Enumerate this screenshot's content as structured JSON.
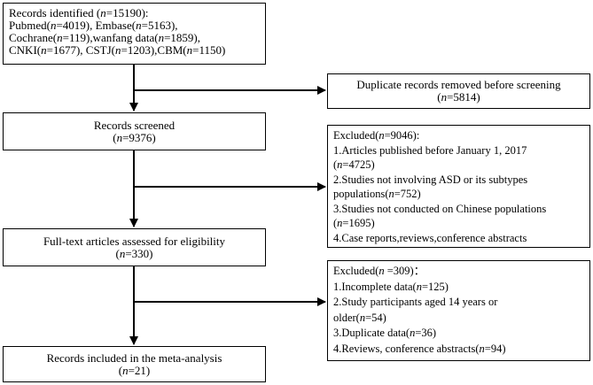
{
  "boxes": {
    "identified": {
      "lines": [
        "Records identified (n=15190):",
        "Pubmed(n=4019), Embase(n=5163),",
        "Cochrane(n=119),wanfang data(n=1859),",
        "CNKI(n=1677), CSTJ(n=1203),CBM(n=1150)"
      ]
    },
    "duplicates": {
      "lines": [
        "Duplicate records removed before screening",
        "(n=5814)"
      ]
    },
    "screened": {
      "lines": [
        "Records screened",
        "(n=9376)"
      ]
    },
    "excluded_1": {
      "lines": [
        "Excluded(n=9046):",
        "1.Articles published before January 1, 2017",
        "(n=4725)",
        "2.Studies not involving ASD or its subtypes",
        "populations(n=752)",
        "3.Studies not conducted on Chinese populations",
        "(n=1695)",
        "4.Case reports,reviews,conference abstracts"
      ]
    },
    "fulltext": {
      "lines": [
        "Full-text articles assessed for eligibility",
        "(n=330)"
      ]
    },
    "excluded_2": {
      "lines": [
        "Excluded(n =309)：",
        "1.Incomplete data(n=125)",
        "2.Study participants aged 14 years or",
        "older(n=54)",
        "3.Duplicate data(n=36)",
        "4.Reviews, conference abstracts(n=94)"
      ]
    },
    "included": {
      "lines": [
        "Records included in the meta-analysis",
        "(n=21)"
      ]
    }
  }
}
